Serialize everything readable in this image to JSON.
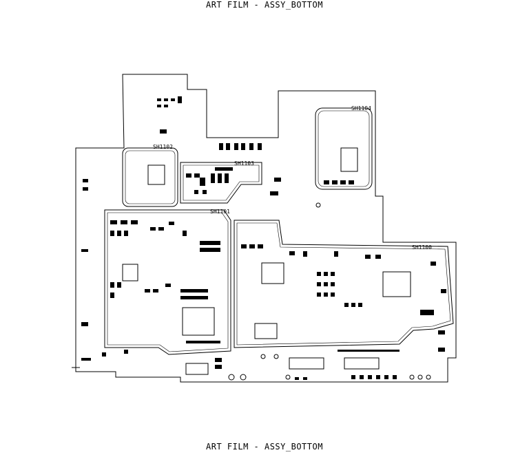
{
  "header": {
    "title": "ART FILM - ASSY_BOTTOM"
  },
  "footer": {
    "title": "ART FILM - ASSY_BOTTOM"
  },
  "board": {
    "shield_labels": [
      "SH1102",
      "SH1103",
      "SH1101",
      "SH1104",
      "SH1100"
    ],
    "colors": {
      "ink": "#000000",
      "background": "#ffffff"
    }
  }
}
